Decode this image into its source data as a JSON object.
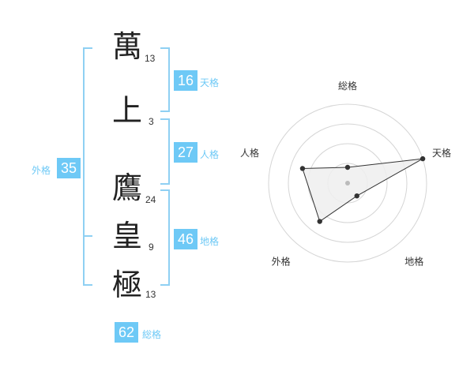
{
  "name": {
    "chars": [
      {
        "char": "萬",
        "strokes": "13"
      },
      {
        "char": "上",
        "strokes": "3"
      },
      {
        "char": "鷹",
        "strokes": "24"
      },
      {
        "char": "皇",
        "strokes": "9"
      },
      {
        "char": "極",
        "strokes": "13"
      }
    ]
  },
  "fortune": {
    "tenkaku": {
      "value": "16",
      "label": "天格"
    },
    "jinkaku": {
      "value": "27",
      "label": "人格"
    },
    "chikaku": {
      "value": "46",
      "label": "地格"
    },
    "gaikaku": {
      "value": "35",
      "label": "外格"
    },
    "soukaku": {
      "value": "62",
      "label": "総格"
    }
  },
  "chart_data": {
    "type": "radar",
    "axes": [
      "総格",
      "天格",
      "地格",
      "外格",
      "人格"
    ],
    "values": [
      0.2,
      1.0,
      0.2,
      0.6,
      0.6
    ],
    "rings": 4,
    "colors": {
      "fill": "#eeeeee",
      "line": "#333333",
      "grid": "#d5d5d5",
      "center": "#bbbbbb",
      "accent": "#6ec9f6"
    }
  }
}
